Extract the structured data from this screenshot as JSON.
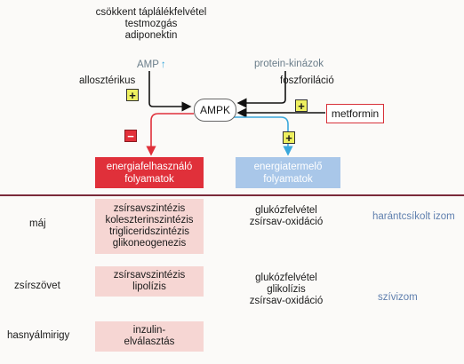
{
  "top_inputs": [
    "csökkent táplálékfelvétel",
    "testmozgás",
    "adiponektin"
  ],
  "amp": {
    "label": "AMP",
    "arrow": "↑"
  },
  "protein_kinases": "protein-kinázok",
  "allosteric": "allosztérikus",
  "phosphorylation": "foszforiláció",
  "ampk": "AMPK",
  "metformin": "metformin",
  "signs": {
    "plus": "+",
    "minus": "−"
  },
  "energy_use": [
    "energiafelhasználó",
    "folyamatok"
  ],
  "energy_production": [
    "energiatermelő",
    "folyamatok"
  ],
  "organs": {
    "liver": "máj",
    "adipose": "zsírszövet",
    "pancreas": "hasnyálmirigy"
  },
  "liver_inhibited": [
    "zsírsavszintézis",
    "koleszterinszintézis",
    "trigliceridszintézis",
    "glikoneogenezis"
  ],
  "liver_activated": [
    "glukózfelvétel",
    "zsírsav-oxidáció"
  ],
  "adipose_inhibited": [
    "zsírsavszintézis",
    "lipolízis"
  ],
  "adipose_activated": [
    "glukózfelvétel",
    "glikolízis",
    "zsírsav-oxidáció"
  ],
  "pancreas_inhibited": [
    "inzulin-",
    "elválasztás"
  ],
  "skeletal_muscle": "harántcsíkolt izom",
  "heart_muscle": "szívizom",
  "colors": {
    "red": "#e0303a",
    "blue": "#a9c7e9",
    "pink": "#f6d6d3",
    "yellow": "#eef060"
  }
}
